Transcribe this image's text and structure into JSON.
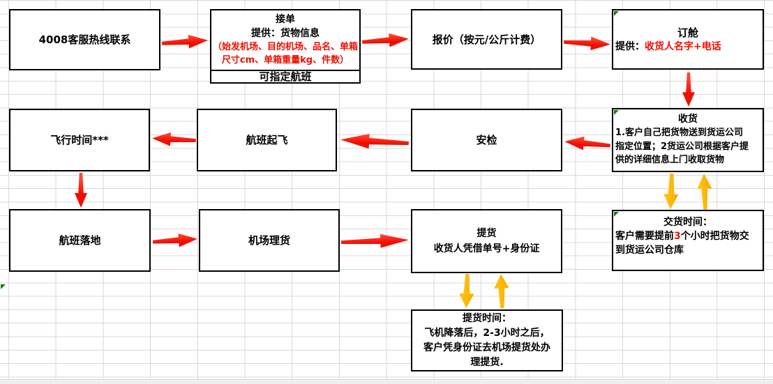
{
  "colors": {
    "arrow_red": "#f10e00",
    "arrow_yellow": "#ffc010",
    "note_red": "#f20d00",
    "marker_green": "#127c12",
    "grid_line": "#d8d8d8",
    "box_border": "#000000"
  },
  "boxes": {
    "hotline": {
      "title": "4008客服热线联系"
    },
    "jiedan": {
      "line1": "接单",
      "line2": "提供：货物信息",
      "red_note": "（始发机场、目的机场、品名、单箱尺寸cm、单箱重量kg、件数）",
      "footer": "可指定航班"
    },
    "baojia": {
      "title": "报价（按元/公斤计费）"
    },
    "dingcang": {
      "title": "订舱",
      "label": "提供：",
      "value": "收货人名字+电话"
    },
    "feixing": {
      "title": "飞行时间***"
    },
    "qifei": {
      "title": "航班起飞"
    },
    "anjian": {
      "title": "安检"
    },
    "shouhuo": {
      "title": "收货",
      "body": "1.客户自己把货物送到货运公司\n指定位置；2货运公司根据客户提\n供的详细信息上门收取货物"
    },
    "luodi": {
      "title": "航班落地"
    },
    "lihuo": {
      "title": "机场理货"
    },
    "tihuo": {
      "title": "提货",
      "subtitle": "收货人凭借单号+身份证"
    },
    "jiaohuo": {
      "title": "交货时间：",
      "body_pre": "客户需要提前",
      "body_red": "3",
      "body_post": "个小时把货物交到货运公司仓库"
    },
    "tihuo_time": {
      "body": "提货时间：\n飞机降落后，2-3小时之后，\n客户凭身份证去机场提货处办\n理提货."
    }
  }
}
